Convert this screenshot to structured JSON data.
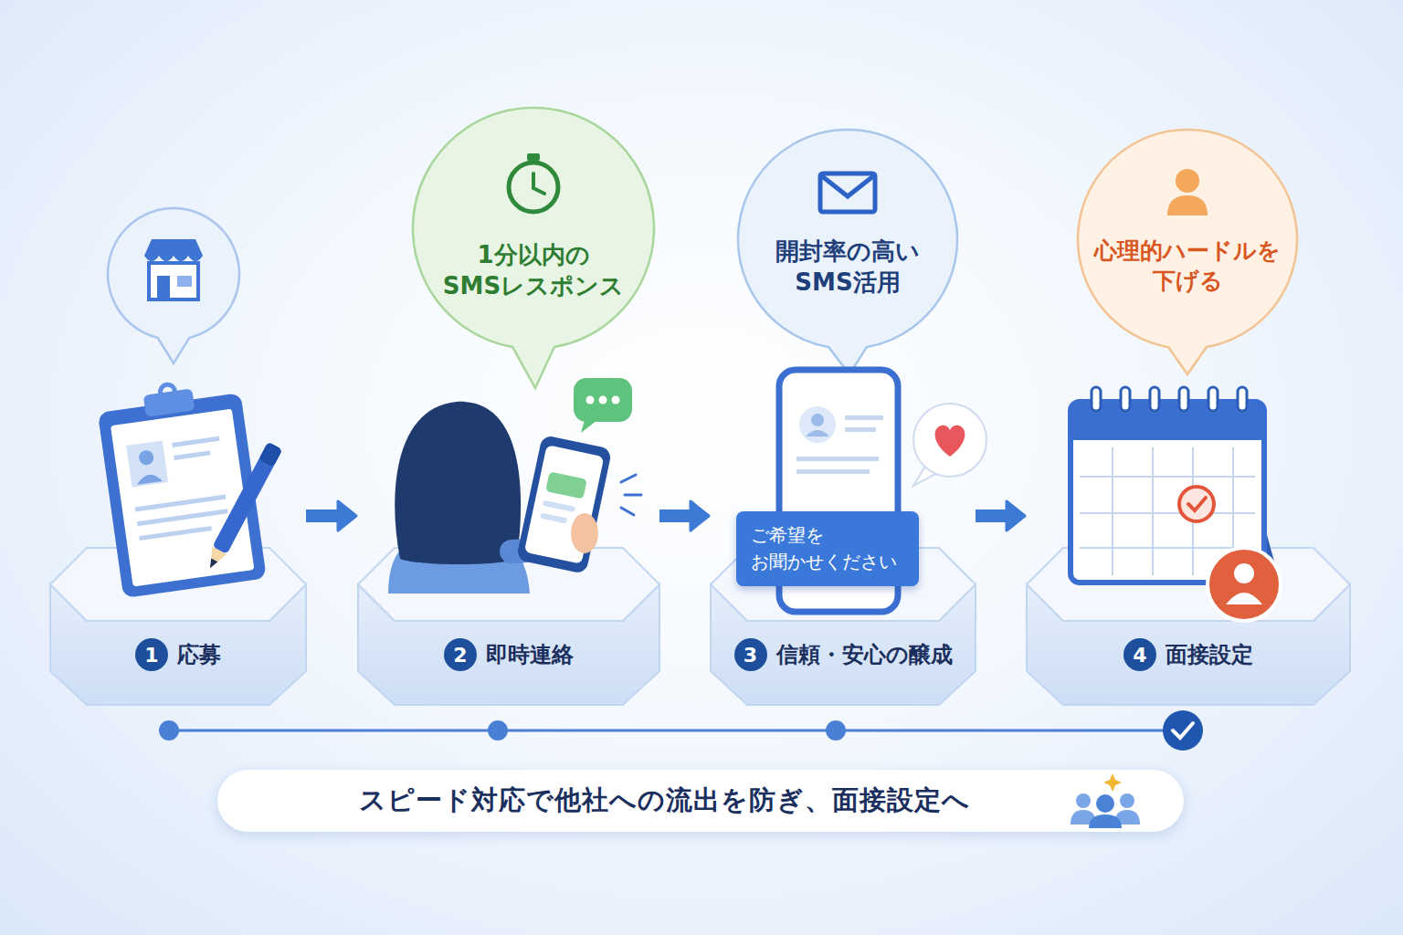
{
  "diagram": {
    "nodes": [
      {
        "text": [
          "1分以内の SMSレスポンス"
        ]
      },
      {
        "text": [
          "開封率の高い SMS活用"
        ]
      },
      {
        "text": [
          "心理的ハードルを 下げる"
        ]
      },
      {
        "text": [
          "1",
          "応募"
        ]
      },
      {
        "text": [
          "2",
          "即時連絡"
        ]
      },
      {
        "text": [
          "3",
          "信頼・安心の醸成"
        ]
      },
      {
        "text": [
          "ご希望を お聞かせください"
        ],
        "in": 5
      },
      {
        "text": [
          "4",
          "面接設定"
        ]
      },
      {
        "text": [
          "スピード対応で他社への流出を防ぎ、面接設定へ"
        ]
      }
    ],
    "edges": [
      {
        "from": 3,
        "to": 4,
        "arrow": "to"
      },
      {
        "from": 4,
        "to": 5,
        "arrow": "to"
      },
      {
        "from": 5,
        "to": 7,
        "arrow": "to"
      }
    ]
  }
}
